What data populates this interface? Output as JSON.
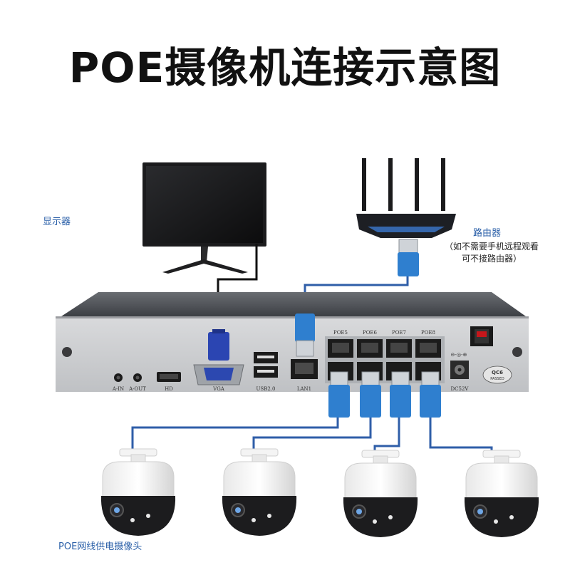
{
  "title": "POE摄像机连接示意图",
  "labels": {
    "monitor": "显示器",
    "router": "路由器",
    "router_note_1": "（如不需要手机远程观看",
    "router_note_2": "可不接路由器）",
    "cameras": "POE网线供电摄像头"
  },
  "nvr_ports": {
    "poe": [
      "POE5",
      "POE6",
      "POE7",
      "POE8"
    ],
    "a_in": "A-IN",
    "a_out": "A-OUT",
    "hd": "HD",
    "vga": "VGA",
    "usb": "USB2.0",
    "lan": "LAN1",
    "dc": "DC52V",
    "qc_1": "QC6",
    "qc_2": "PASSED"
  },
  "colors": {
    "cable_blue": "#2f5ea8",
    "cable_black": "#111111",
    "connector_blue": "#2f7fcf",
    "label_blue": "#2a5fa8"
  }
}
